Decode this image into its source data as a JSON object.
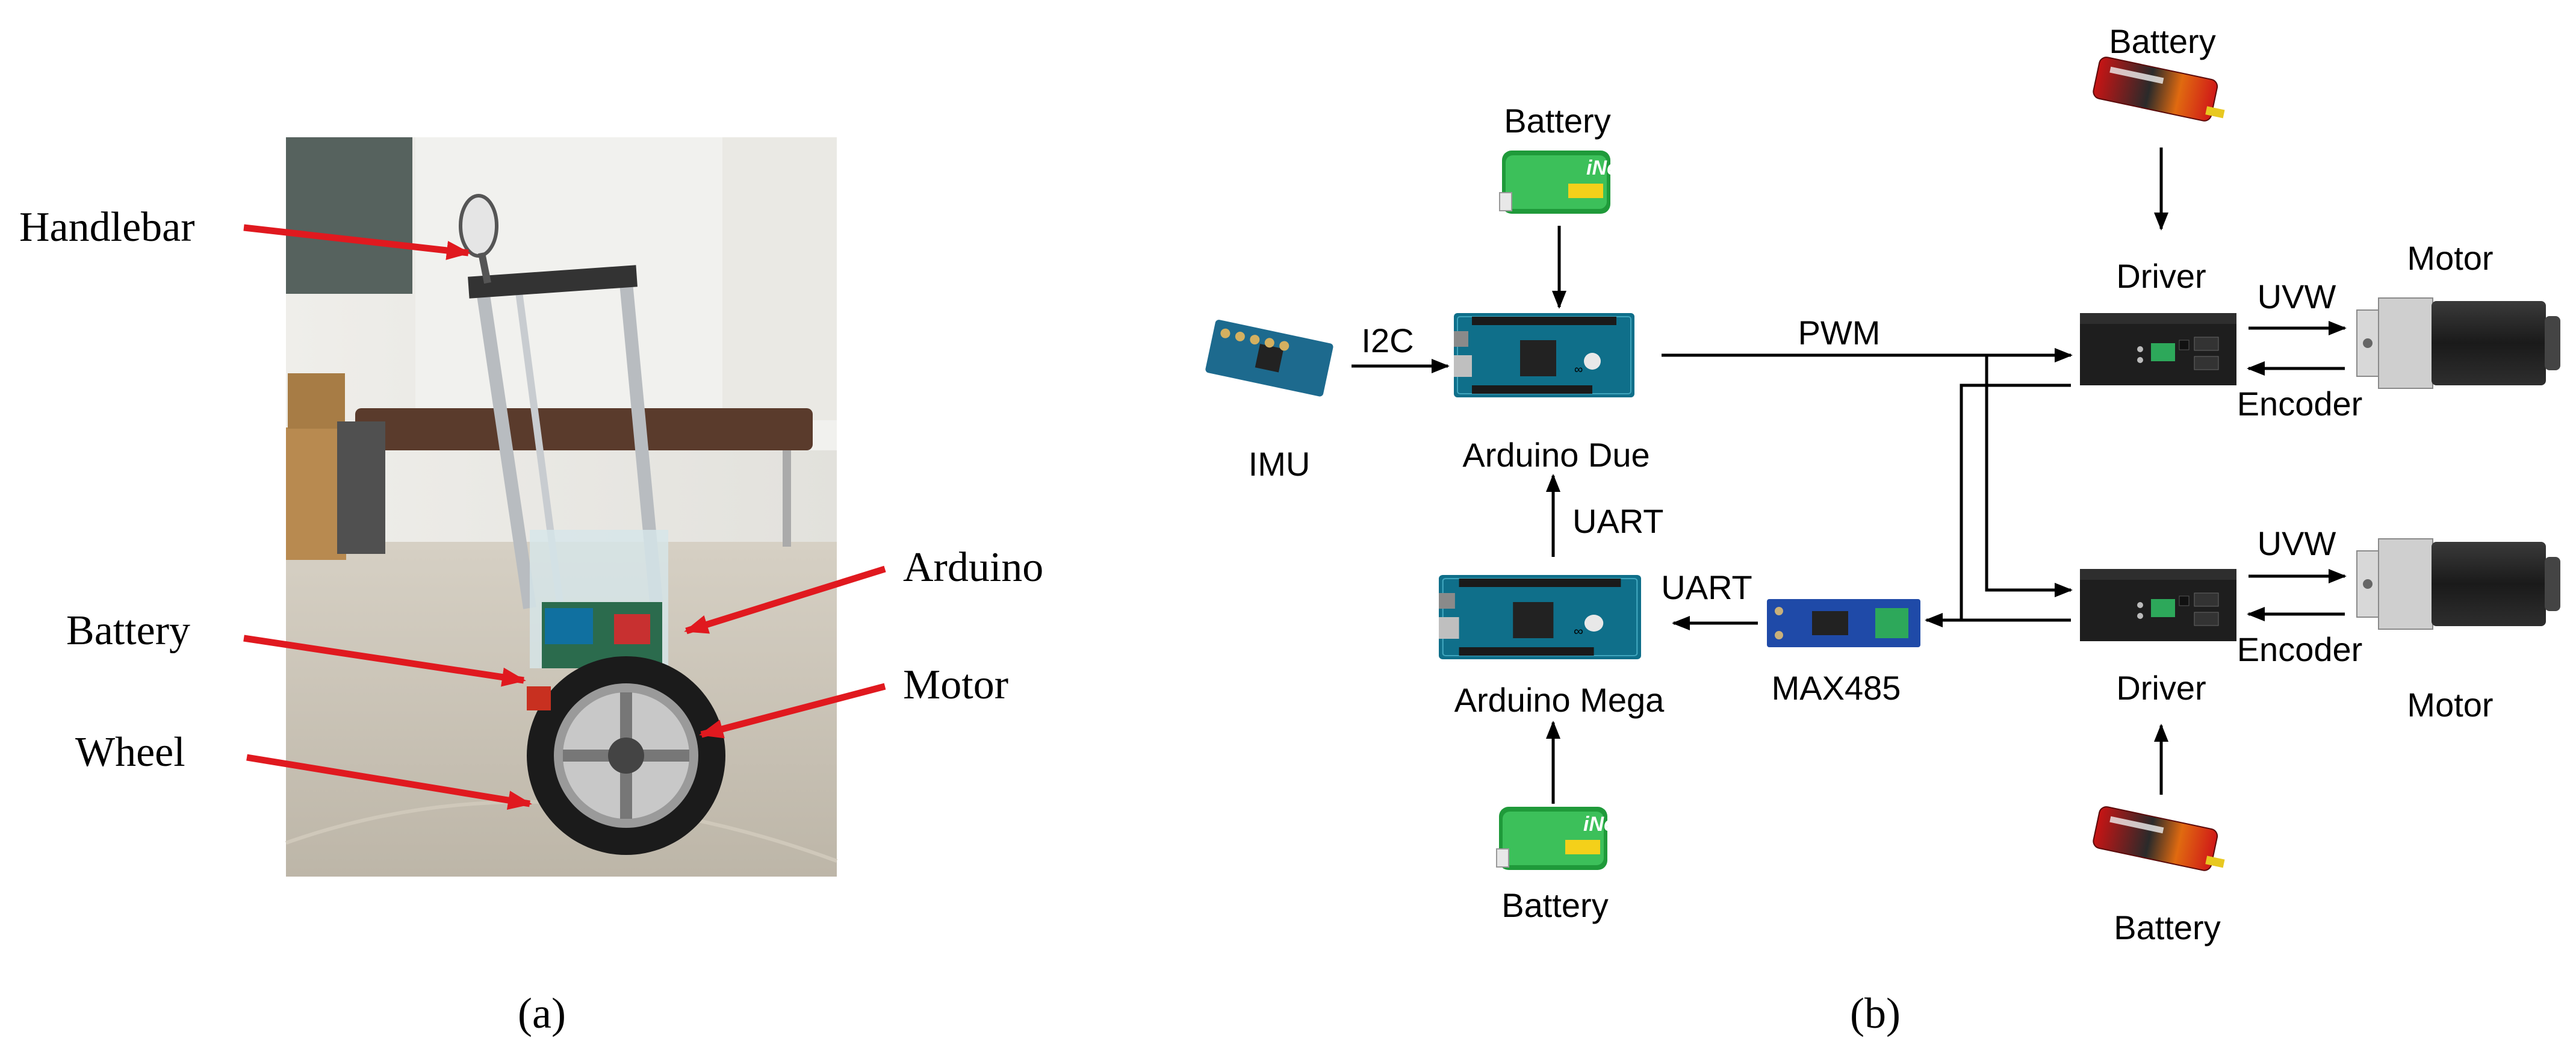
{
  "panel_a": {
    "caption": "(a)",
    "callouts": {
      "handlebar": "Handlebar",
      "arduino": "Arduino",
      "battery": "Battery",
      "motor": "Motor",
      "wheel": "Wheel"
    },
    "arrow_color": "#e0191f"
  },
  "panel_b": {
    "caption": "(b)",
    "nodes": {
      "imu": "IMU",
      "arduino_due": "Arduino Due",
      "arduino_mega": "Arduino Mega",
      "max485": "MAX485",
      "driver_top": "Driver",
      "driver_bottom": "Driver",
      "motor_top": "Motor",
      "motor_bottom": "Motor",
      "battery_due": "Battery",
      "battery_mega": "Battery",
      "battery_driver_top": "Battery",
      "battery_driver_bottom": "Battery"
    },
    "edges": {
      "i2c": "I2C",
      "pwm": "PWM",
      "uart_mega_due": "UART",
      "uart_max_mega": "UART",
      "uvw_top": "UVW",
      "encoder_top": "Encoder",
      "uvw_bottom": "UVW",
      "encoder_bottom": "Encoder"
    },
    "battery_logo": "iNeno"
  }
}
